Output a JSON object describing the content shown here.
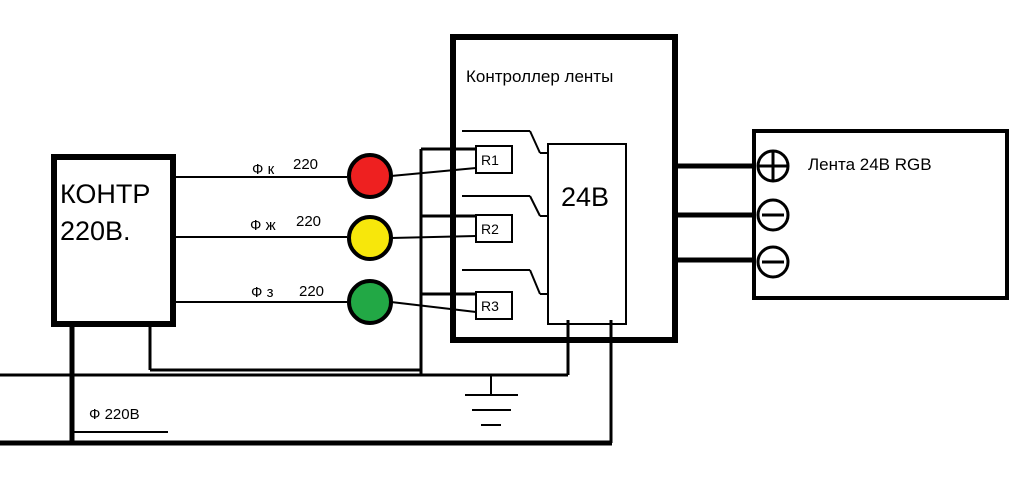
{
  "source_box": {
    "line1": "КОНТР",
    "line2": "220В."
  },
  "phases": [
    {
      "label": "Ф к",
      "voltage": "220",
      "lamp_color": "#ee2020"
    },
    {
      "label": "Ф ж",
      "voltage": "220",
      "lamp_color": "#f7e70b"
    },
    {
      "label": "Ф з",
      "voltage": "220",
      "lamp_color": "#22a845"
    }
  ],
  "controller": {
    "title": "Контроллер ленты",
    "supply": "24В",
    "relays": [
      "R1",
      "R2",
      "R3"
    ]
  },
  "strip": {
    "title": "Лента 24В RGB",
    "terminals": [
      "plus",
      "minus",
      "minus"
    ]
  },
  "mains_label": "Ф 220В",
  "colors": {
    "wire": "#000000",
    "background": "#ffffff"
  }
}
